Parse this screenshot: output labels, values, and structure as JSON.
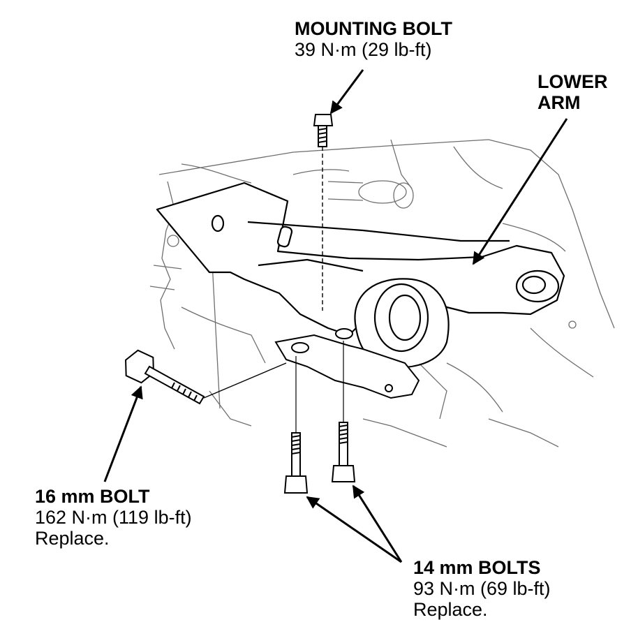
{
  "labels": {
    "mounting_bolt": {
      "title": "MOUNTING BOLT",
      "torque": "39 N·m (29 lb-ft)"
    },
    "lower_arm": {
      "line1": "LOWER",
      "line2": "ARM"
    },
    "bolt_16mm": {
      "title": "16 mm BOLT",
      "torque": "162 N·m (119 lb-ft)",
      "note": "Replace."
    },
    "bolts_14mm": {
      "title": "14 mm BOLTS",
      "torque": "93 N·m (69 lb-ft)",
      "note": "Replace."
    }
  },
  "colors": {
    "ink": "#000000",
    "sketch": "#6e6e6e",
    "paper": "#ffffff"
  }
}
